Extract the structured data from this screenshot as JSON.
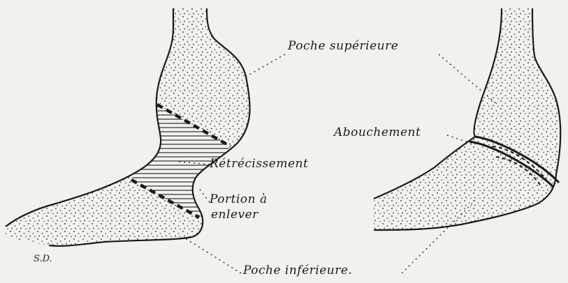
{
  "labels": {
    "poche_superieure": "Poche supérieure",
    "retrecissement": "Rétrécissement",
    "portion_a_enlever_line1": "Portion à",
    "portion_a_enlever_line2": "enlever",
    "poche_inferieure": "Poche inférieure.",
    "abouchement": "Abouchement",
    "signature": "S.D."
  },
  "colors": {
    "background": "#f2f1ec",
    "ink": "#1b1b1b"
  }
}
